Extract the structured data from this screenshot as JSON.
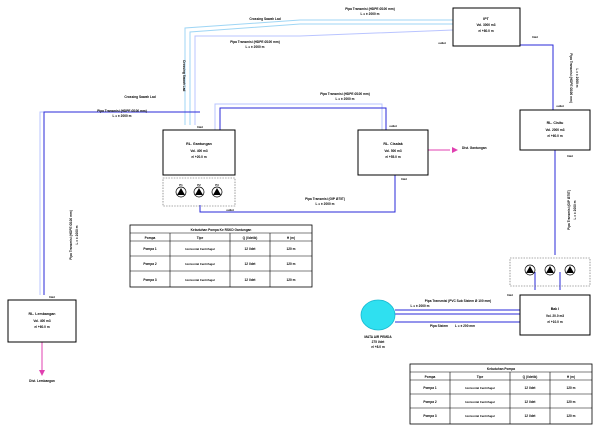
{
  "nodes": {
    "ipt": {
      "label": "IPT",
      "volume": "Vol. 3000 m3",
      "elevation": "el +80.0 m"
    },
    "rl_gantungan": {
      "label": "RL. Gantungan",
      "volume": "Vol. 400 m3",
      "elevation": "el +20.0 m"
    },
    "rl_cisalak": {
      "label": "RL. Cisalak",
      "volume": "Vol. 500 m3",
      "elevation": "el +55.0 m"
    },
    "rl_cisitu": {
      "label": "RL. Cisitu",
      "volume": "Vol. 2000 m3",
      "elevation": "el +60.0 m"
    },
    "rl_lembangan": {
      "label": "RL. Lembangan",
      "volume": "Vol. 400 m3",
      "elevation": "el +60.0 m"
    },
    "bak": {
      "label": "Bak I",
      "volume": "Vol. 20.0 m3",
      "elevation": "el +10.0 m"
    }
  },
  "labels": {
    "inlet": "Inlet",
    "outlet": "outlet",
    "dist_gantungan": "Dist. Gantungan",
    "dist_lembangan": "Dist. Lembangan",
    "crossing_1": "Crossing Sawah Lad",
    "crossing_2": "Crossing Sawah Lad",
    "crossing_3": "Crossing Sawah Lad",
    "mata_air": "MATA AIR PEMDA",
    "mata_air_q": "275 l/det",
    "mata_air_el": "el +8.0 m"
  },
  "pipes": [
    {
      "text": "Pipa Transmisi (HDPE Ø100 mm)",
      "length": "L = ± 2000 m"
    },
    {
      "text": "Pipa Transmisi (HDPE Ø100 mm)",
      "length": "L = ± 2000 m"
    },
    {
      "text": "Pipa Transmisi (HDPE Ø100 mm)",
      "length": "L = ± 2000 m"
    },
    {
      "text": "Pipa Transmisi (HDPE Ø100 mm)",
      "length": "L = ± 2000 m"
    },
    {
      "text": "Pipa Transmisi (HDPE Ø100 mm)",
      "length": "L = ± 2000 m"
    },
    {
      "text": "Pipa Transmisi (HDPE Ø100 mm)",
      "length": "L = ± 2000 m"
    },
    {
      "text": "Pipa Transmisi (GIP Ø75T)",
      "length": "L = ± 2000 m"
    },
    {
      "text": "Pipa Transmisi (GIP Ø75T)",
      "length": "L = ± 2000 m"
    },
    {
      "text": "Pipa Transmisi (PVC Sub Sistem Ø 100 mm)",
      "length": "L = ± 2000 m"
    },
    {
      "text": "Pipa Sistem",
      "length": "L = ± 200 mm"
    }
  ],
  "table_gantungan": {
    "title": "Kebutuhan Pompa Ke RSKD Gantungan",
    "headers": [
      "Pompa",
      "Tipe",
      "Q (l/detik)",
      "H (m)"
    ],
    "rows": [
      [
        "Pompa 1",
        "Horizontal Centrifugal",
        "12 l/det",
        "120 m"
      ],
      [
        "Pompa 2",
        "Horizontal Centrifugal",
        "12 l/det",
        "120 m"
      ],
      [
        "Pompa 3",
        "Horizontal Centrifugal",
        "12 l/det",
        "120 m"
      ]
    ]
  },
  "table_pompa": {
    "title": "Kebutuhan Pompa",
    "headers": [
      "Pompa",
      "Tipe",
      "Q (l/detik)",
      "H (m)"
    ],
    "rows": [
      [
        "Pompa 1",
        "Horizontal Centrifugal",
        "12 l/det",
        "120 m"
      ],
      [
        "Pompa 2",
        "Horizontal Centrifugal",
        "12 l/det",
        "120 m"
      ],
      [
        "Pompa 3",
        "Horizontal Centrifugal",
        "12 l/det",
        "120 m"
      ]
    ]
  },
  "pump_labels": [
    "P1",
    "P2",
    "P3"
  ],
  "colors": {
    "pipe": "#2a2ad8",
    "distribution": "#e040b0",
    "source": "#2fe0f0"
  }
}
